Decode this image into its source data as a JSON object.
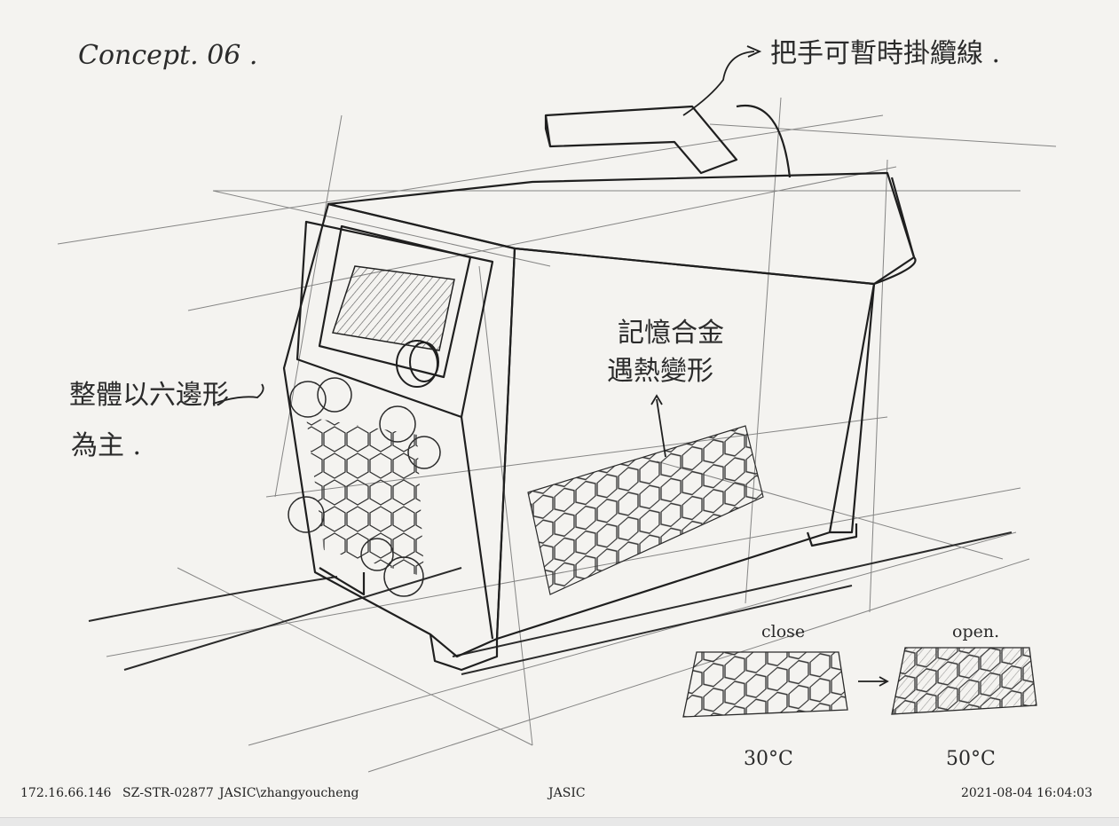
{
  "sketch": {
    "title": "Concept. 06 .",
    "annotations": {
      "handle_note": "把手可暫時掛纜線 .",
      "material_note_line1": "記憶合金",
      "material_note_line2": "遇熱變形",
      "shape_note_line1": "整體以六邊形",
      "shape_note_line2": "為主 ."
    },
    "states": {
      "close_label": "close",
      "open_label": "open.",
      "close_temp": "30°C",
      "open_temp": "50°C"
    }
  },
  "footer": {
    "ip": "172.16.66.146",
    "host": "SZ-STR-02877",
    "user": "JASIC\\zhangyoucheng",
    "brand": "JASIC",
    "timestamp": "2021-08-04  16:04:03"
  }
}
